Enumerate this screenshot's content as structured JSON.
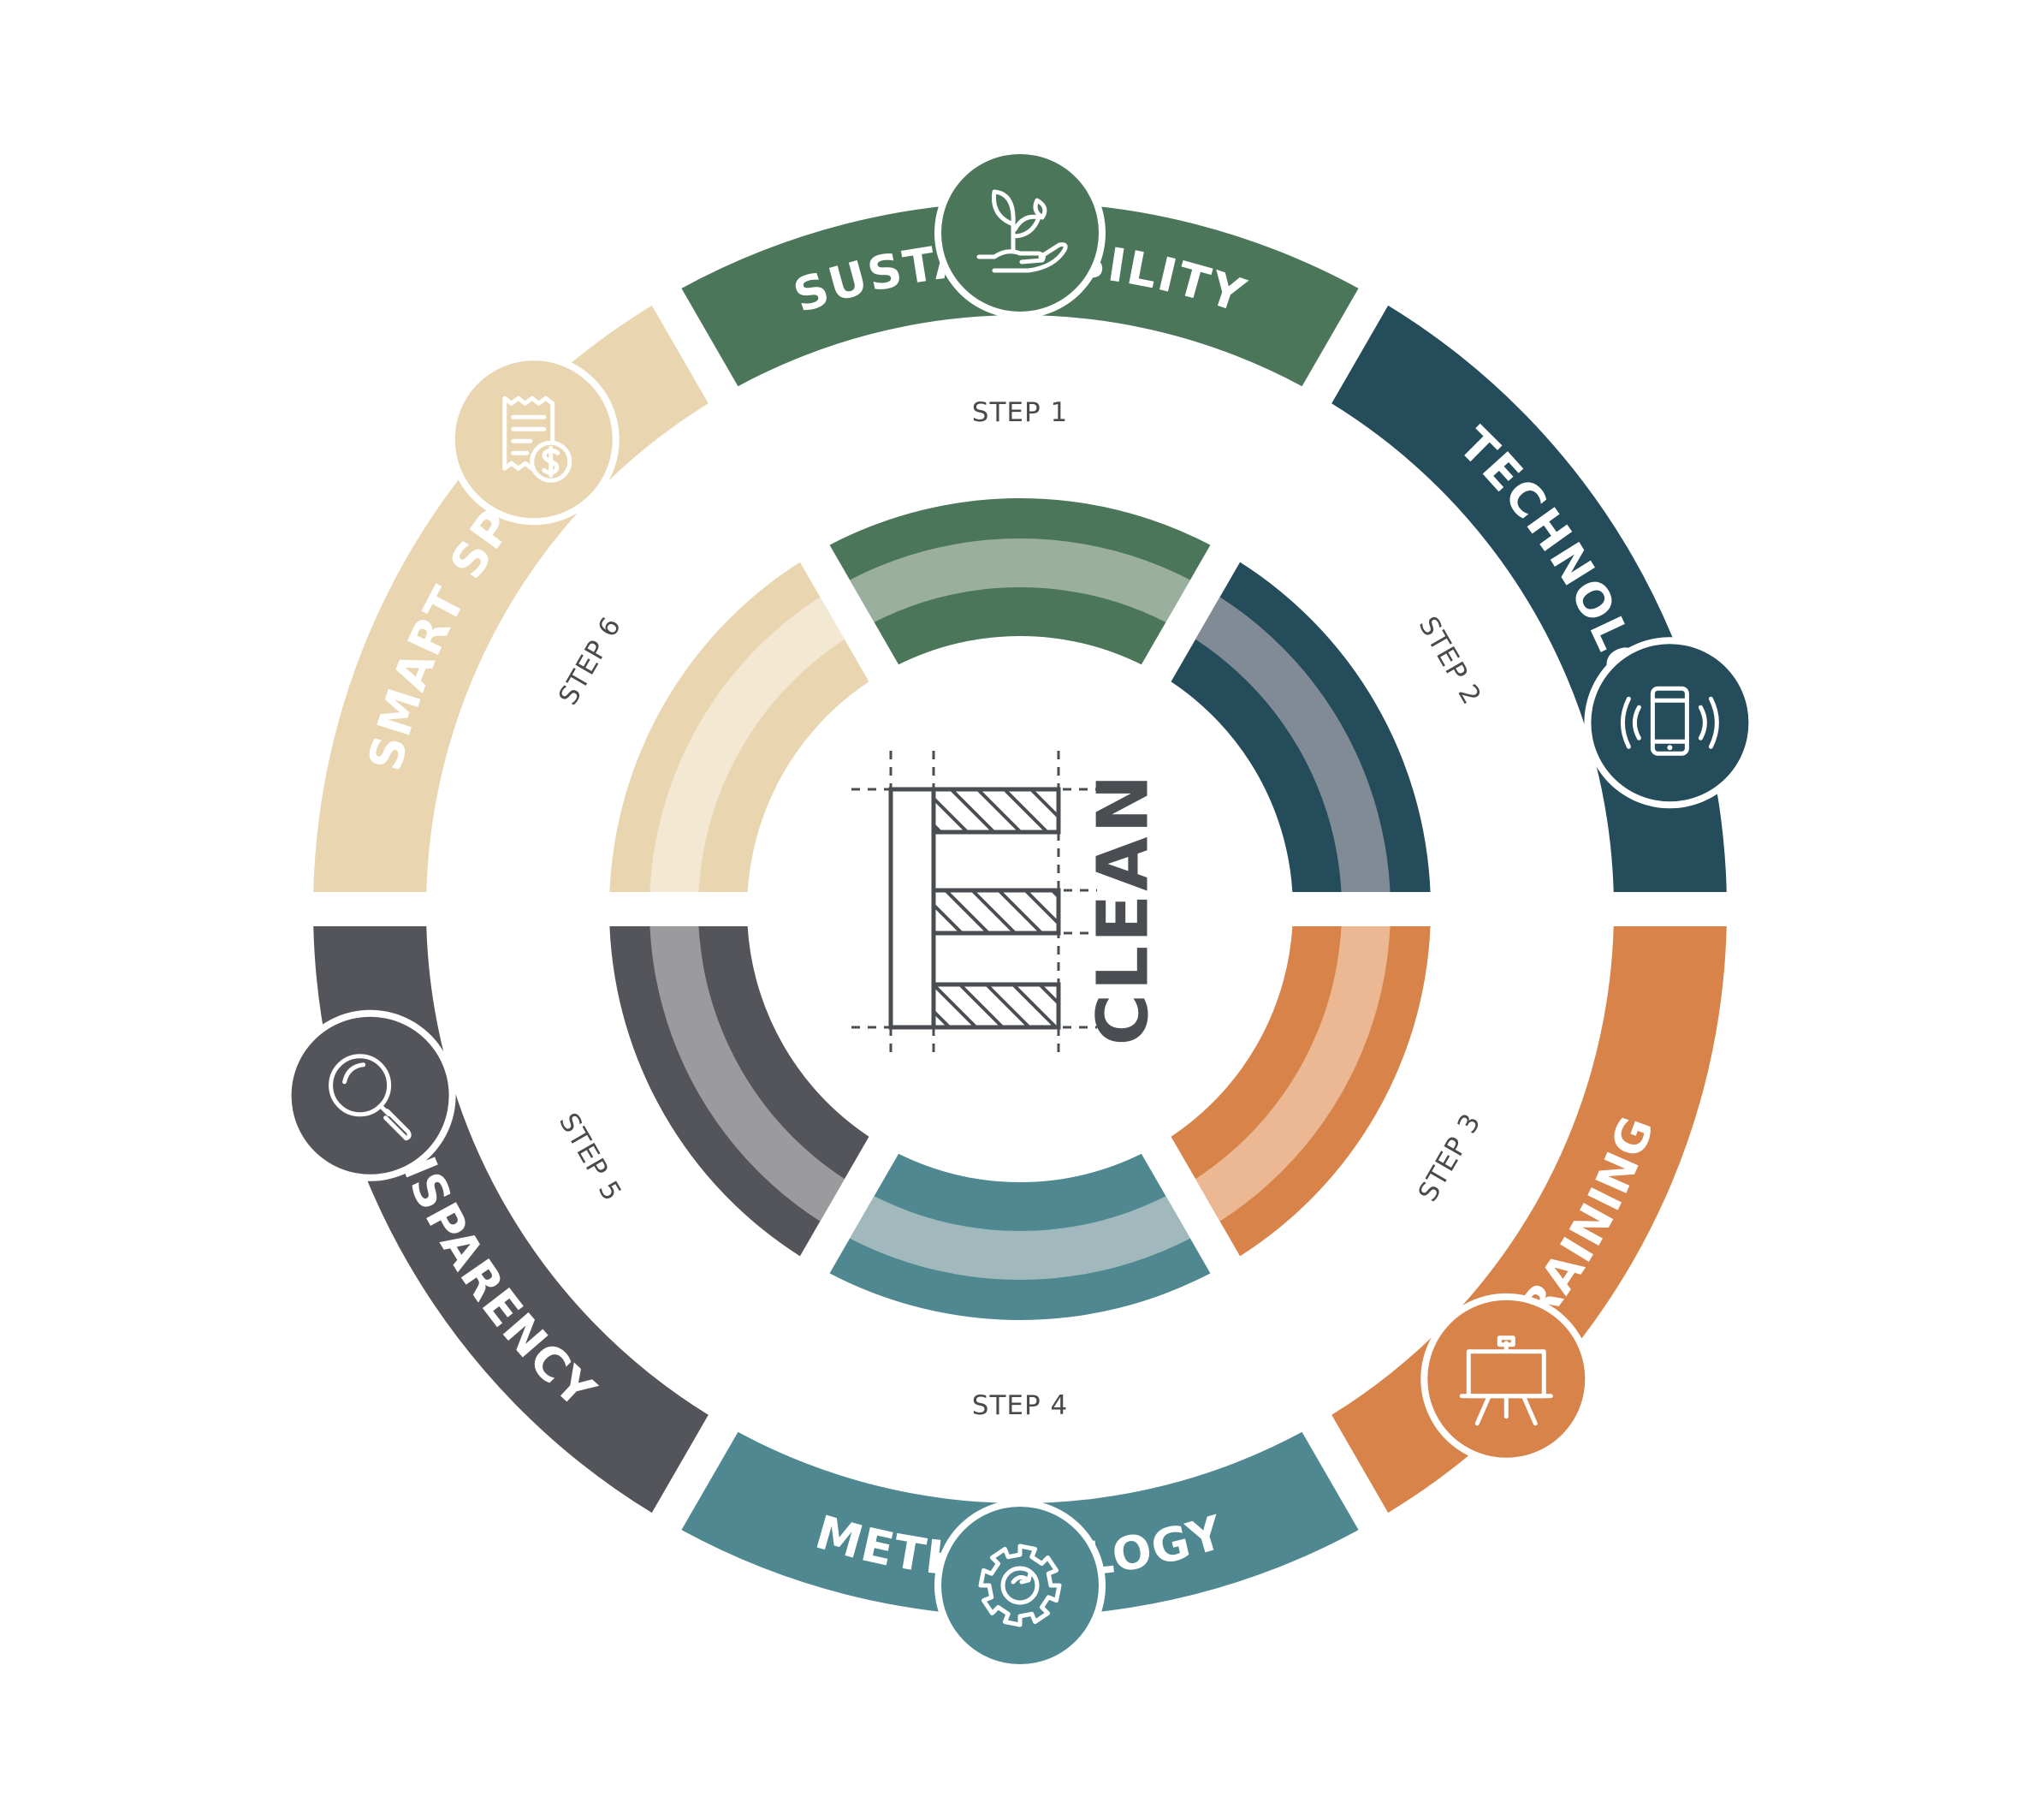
{
  "diagram": {
    "center_label": "CLEAN",
    "colors": {
      "background": "#ffffff",
      "center_icon": "#4a4d52",
      "step_text": "#4a4a4a"
    },
    "segments": [
      {
        "id": "sustainability",
        "label": "SUSTAINABILITY",
        "step": "STEP 1",
        "icon": "plant-in-hand-icon",
        "color": "#4b7659",
        "band_light": "#9aaf9d"
      },
      {
        "id": "technology",
        "label": "TECHNOLOGY",
        "step": "STEP 2",
        "icon": "vibrating-phone-icon",
        "color": "#254c5b",
        "band_light": "#818b96"
      },
      {
        "id": "training",
        "label": "TRAINING",
        "step": "STEP 3",
        "icon": "presentation-easel-icon",
        "color": "#d78349",
        "band_light": "#ebb893"
      },
      {
        "id": "methodology",
        "label": "METHODOLOGY",
        "step": "STEP 4",
        "icon": "gear-icon",
        "color": "#508891",
        "band_light": "#a1b8bd"
      },
      {
        "id": "transparency",
        "label": "TRANSPARENCY",
        "step": "STEP 5",
        "icon": "magnifier-icon",
        "color": "#54555b",
        "band_light": "#9b9a9d"
      },
      {
        "id": "smart-spend",
        "label": "SMART SPEND",
        "step": "STEP 6",
        "icon": "receipt-dollar-icon",
        "color": "#e9d6b1",
        "band_light": "#f3e8d2"
      }
    ]
  }
}
